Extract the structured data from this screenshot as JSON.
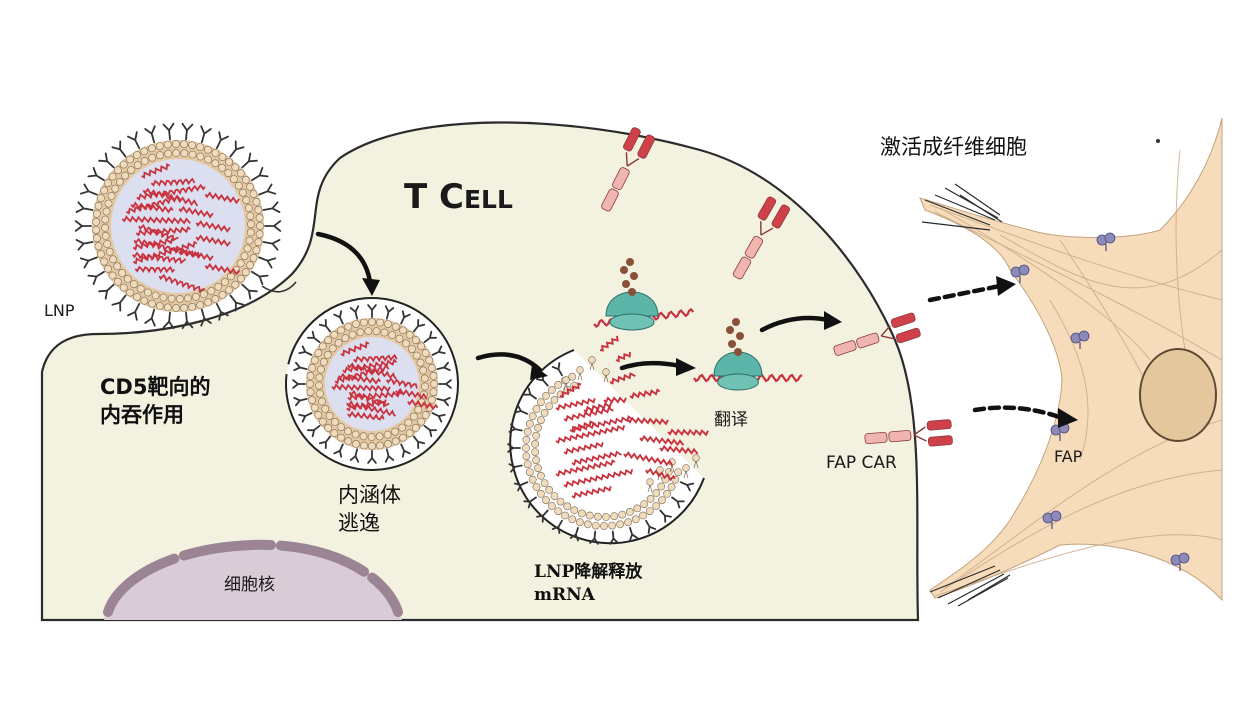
{
  "labels": {
    "lnp": "LNP",
    "cd5_line1": "CD5靶向的",
    "cd5_line2": "内吞作用",
    "endo_line1": "内涵体",
    "endo_line2": "逃逸",
    "nucleus": "细胞核",
    "degrade_line1": "LNP降解释放",
    "degrade_line2": "mRNA",
    "translate": "翻译",
    "fap_car": "FAP CAR",
    "tcell_t": "T C",
    "tcell_ell": "ELL",
    "activate": "激活成纤维细胞",
    "fap": "FAP"
  },
  "colors": {
    "cell_fill": "#f3f1df",
    "cell_stroke": "#2b2b2b",
    "lipid_bead": "#e6c9a3",
    "lnp_core": "#dcdff0",
    "mrna": "#c8323e",
    "ribosome": "#5bb5a8",
    "protein": "#8a5038",
    "car_dark": "#d0404a",
    "car_light": "#f0b5b0",
    "fibroblast": "#f6dcba",
    "fibroblast_nucleus": "#e4c79c",
    "cell_nucleus": "#d9ccd6",
    "nuclear_envelope": "#9b8494",
    "fap_protein": "#8c8ab8"
  }
}
